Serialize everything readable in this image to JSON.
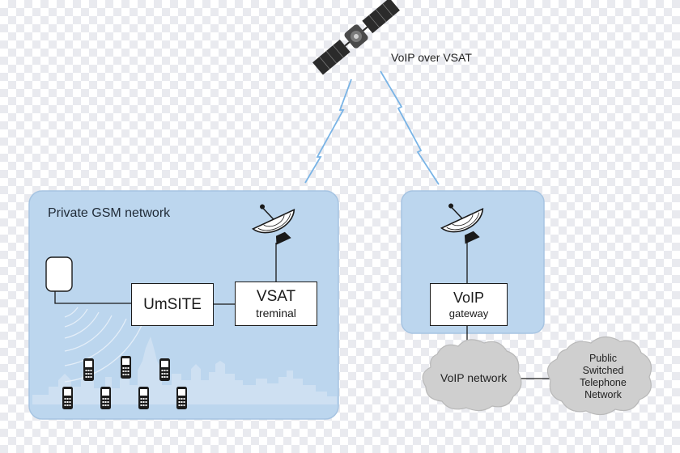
{
  "satellite_label": "VoIP over VSAT",
  "left_panel": {
    "title": "Private GSM network"
  },
  "umsite": {
    "label": "UmSITE"
  },
  "vsat_terminal": {
    "title": "VSAT",
    "subtitle": "treminal"
  },
  "voip_gateway": {
    "title": "VoIP",
    "subtitle": "gateway"
  },
  "voip_network": {
    "label": "VoIP network"
  },
  "pstn": {
    "lines": [
      "Public",
      "Switched",
      "Telephone",
      "Network"
    ]
  },
  "colors": {
    "panel_fill": "#bcd6ee",
    "panel_stroke": "#a6c4e2",
    "cloud_fill": "#cfcfcf",
    "cloud_stroke": "#b9b9b9",
    "signal": "#79b4e6",
    "line": "#1a1a1a"
  }
}
